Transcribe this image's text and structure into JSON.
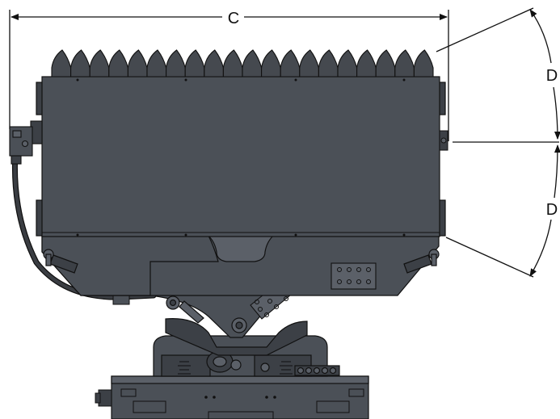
{
  "dimensions": {
    "width_label": "C",
    "tilt_up_label": "D",
    "tilt_down_label": "D"
  },
  "colors": {
    "body": "#4b5057",
    "body_dark": "#3c4046",
    "body_light": "#5b6068",
    "fins": "#45494f",
    "outline": "#111111",
    "cable": "#3a3d42",
    "dimension_line": "#111111"
  }
}
